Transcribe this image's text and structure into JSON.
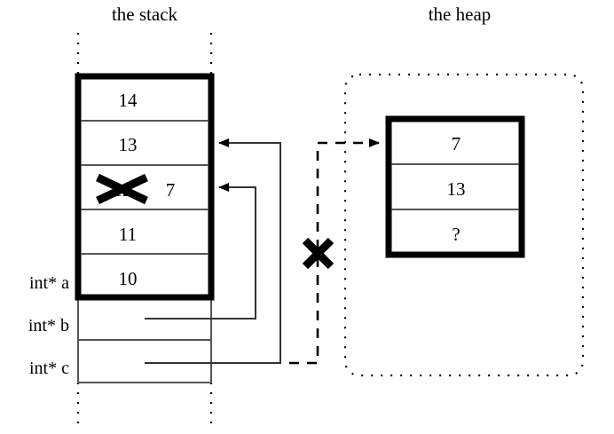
{
  "diagram": {
    "kind": "memory-diagram",
    "titles": {
      "stack": "the stack",
      "heap": "the heap"
    },
    "stack": {
      "frame_cells": [
        {
          "value": "14",
          "struck": false
        },
        {
          "value": "13",
          "struck": false
        },
        {
          "value": "12",
          "struck": true,
          "replacement": "7"
        },
        {
          "value": "11",
          "struck": false
        },
        {
          "value": "10",
          "struck": false
        }
      ],
      "variables": [
        {
          "label": "int* a"
        },
        {
          "label": "int* b"
        },
        {
          "label": "int* c"
        }
      ]
    },
    "heap": {
      "cells": [
        {
          "value": "7"
        },
        {
          "value": "13"
        },
        {
          "value": "?"
        }
      ]
    },
    "annotations": {
      "invalid_mark": "×",
      "invalid_pointer_note": "c-to-heap-link-cancelled"
    },
    "colors": {
      "ink": "#000000",
      "background": "#ffffff",
      "thin_rule": "#555555"
    }
  }
}
